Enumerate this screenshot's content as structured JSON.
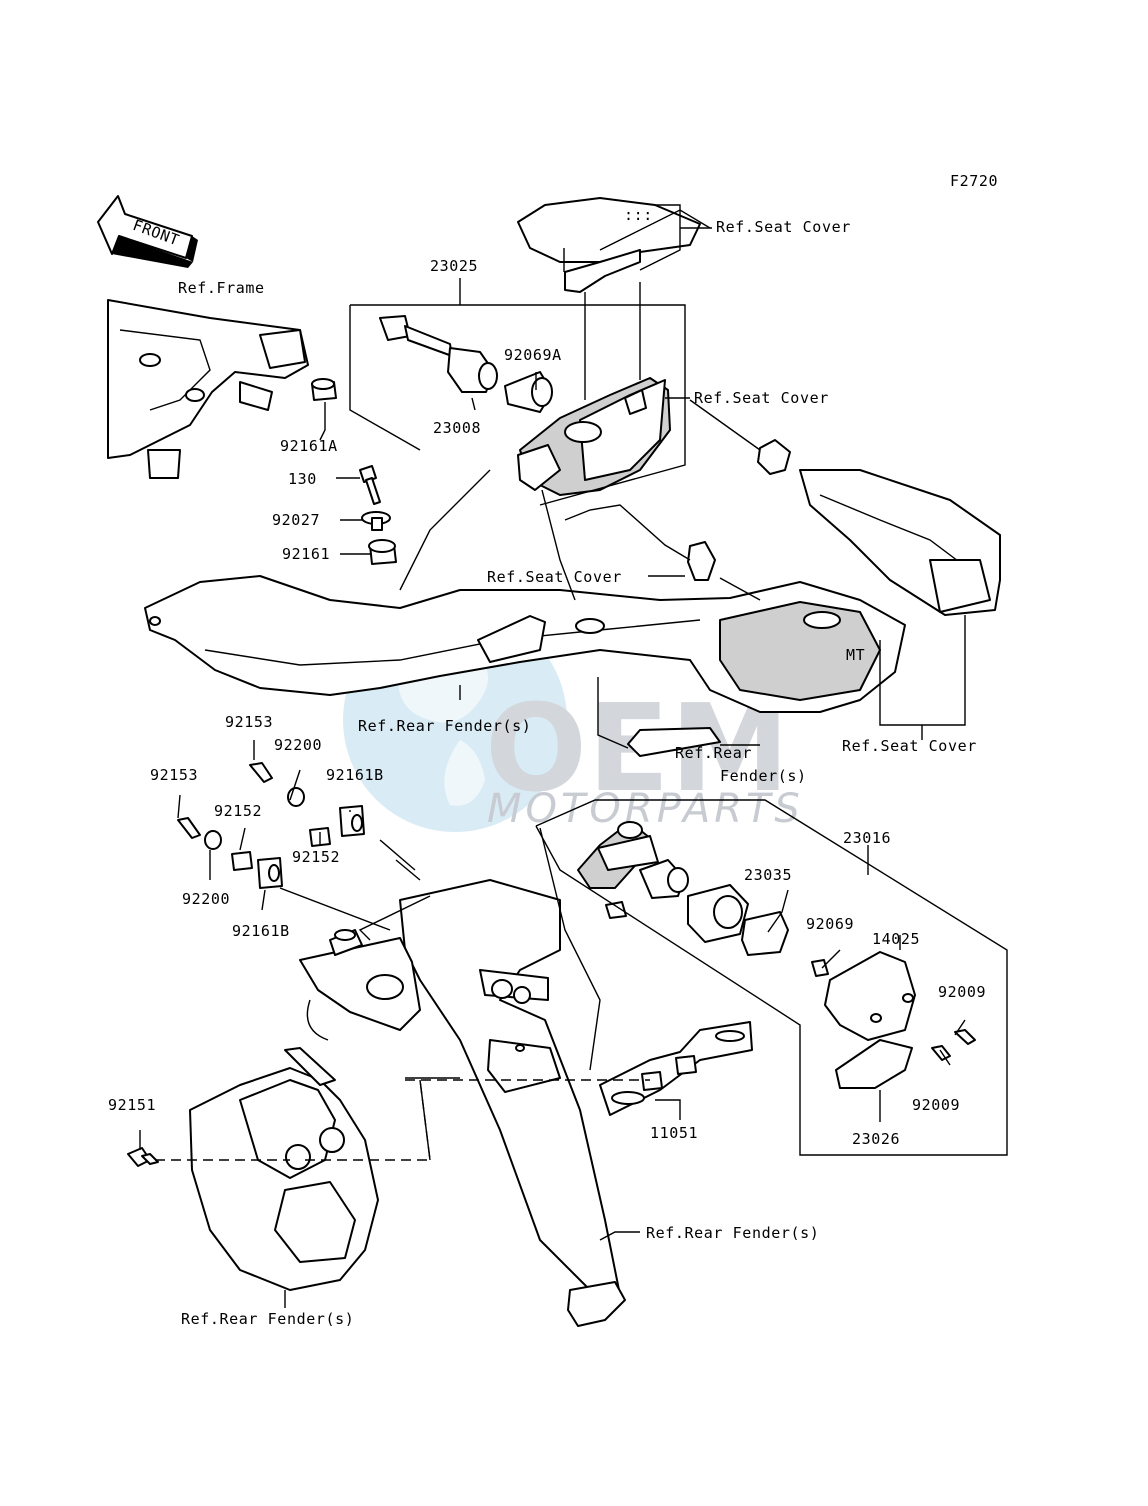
{
  "figure_code": "F2720",
  "front_label": "FRONT",
  "watermark": {
    "logo_text": "OEM",
    "sub_text": "MOTORPARTS",
    "globe_color": "#b9dcef",
    "logo_color": "#d3d6db"
  },
  "labels": {
    "ref_seat_cover_1": "Ref.Seat Cover",
    "ref_seat_cover_2": "Ref.Seat Cover",
    "ref_seat_cover_3": "Ref.Seat Cover",
    "ref_seat_cover_4": "Ref.Seat Cover",
    "ref_frame": "Ref.Frame",
    "ref_rear_fender_1": "Ref.Rear Fender(s)",
    "ref_rear_fender_2a": "Ref.Rear",
    "ref_rear_fender_2b": "Fender(s)",
    "ref_rear_fender_3": "Ref.Rear Fender(s)",
    "ref_rear_fender_4": "Ref.Rear Fender(s)"
  },
  "parts": {
    "p23025": "23025",
    "p92069A": "92069A",
    "p23008": "23008",
    "p92161A": "92161A",
    "p130": "130",
    "p92027": "92027",
    "p92161": "92161",
    "p92153_a": "92153",
    "p92153_b": "92153",
    "p92200_a": "92200",
    "p92200_b": "92200",
    "p92152_a": "92152",
    "p92152_b": "92152",
    "p92161B_a": "92161B",
    "p92161B_b": "92161B",
    "p23016": "23016",
    "p23035": "23035",
    "p92069": "92069",
    "p14025": "14025",
    "p92009_a": "92009",
    "p92009_b": "92009",
    "p23026": "23026",
    "p11051": "11051",
    "p92151": "92151"
  }
}
